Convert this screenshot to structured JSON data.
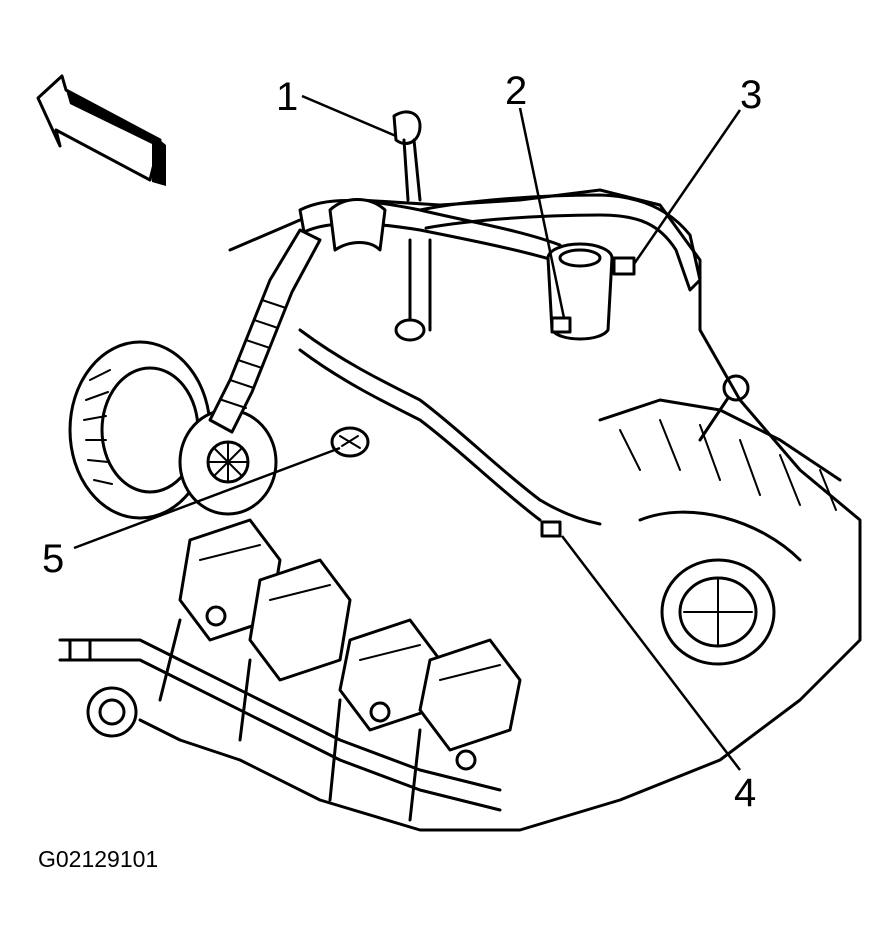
{
  "figure": {
    "id_label": "G02129101",
    "direction_arrow": "front-arrow-icon"
  },
  "callouts": [
    {
      "label": "1"
    },
    {
      "label": "2"
    },
    {
      "label": "3"
    },
    {
      "label": "4"
    },
    {
      "label": "5"
    }
  ]
}
